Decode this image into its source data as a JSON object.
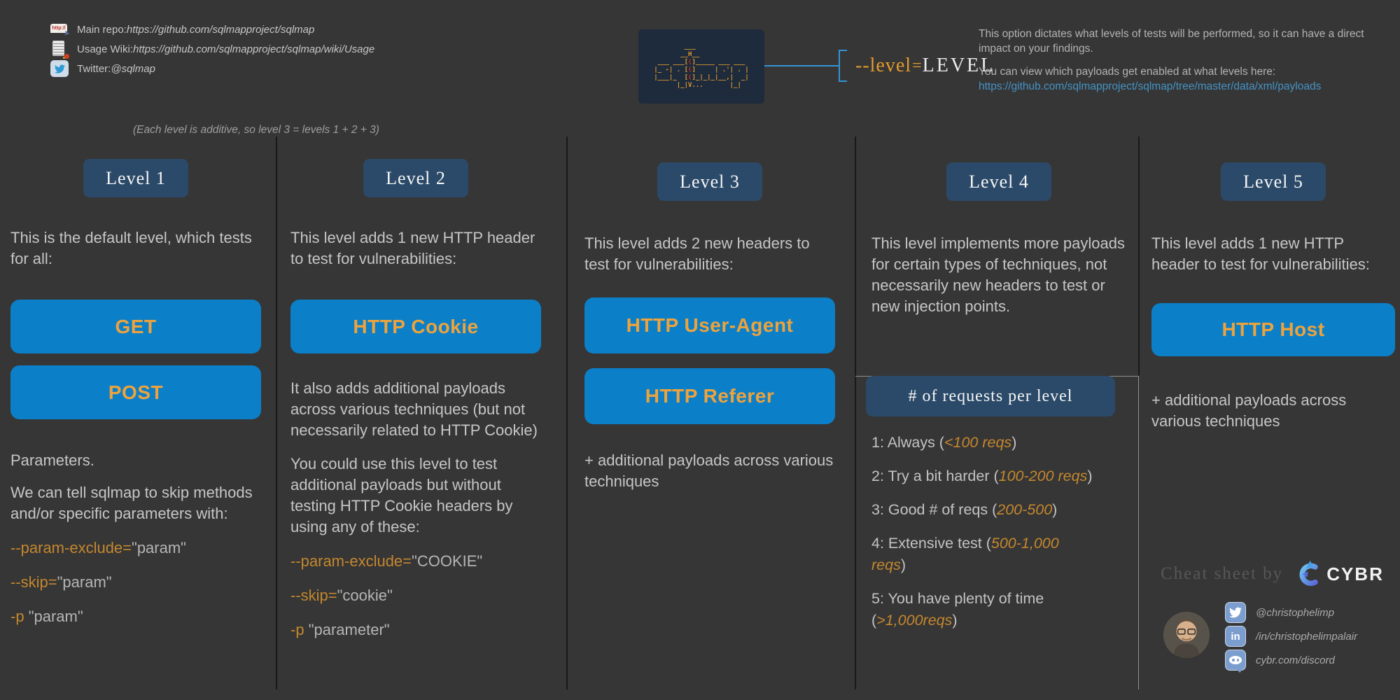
{
  "colors": {
    "background": "#363636",
    "badge_navy": "#2b4a69",
    "button_blue": "#0c7fc9",
    "accent_orange": "#eda33c",
    "command_orange": "#c4872e",
    "link_blue": "#4493c4",
    "logo_box_navy": "#1d2b3c",
    "ascii_orange": "#e39b2c",
    "ascii_red": "#d42818",
    "body_gray": "#c6c6c6"
  },
  "header": {
    "links": [
      {
        "icon": "link-icon",
        "icon_text": "http://",
        "label": "Main repo: ",
        "url": "https://github.com/sqlmapproject/sqlmap"
      },
      {
        "icon": "document-icon",
        "label": "Usage Wiki: ",
        "url": "https://github.com/sqlmapproject/sqlmap/wiki/Usage"
      },
      {
        "icon": "twitter-icon",
        "label": "Twitter: ",
        "url": "@sqlmap"
      }
    ],
    "logo_lines": [
      "        ___",
      "       __H__",
      " ___ ___[(]_____ ___ ___",
      "|_ -| . [(]     | .'| . |",
      "|___|_  [(]_|_|_|__,|  _|",
      "      |_|V...       |_|"
    ],
    "option": {
      "flag": "--level",
      "eq": "=",
      "value": "LEVEL"
    },
    "desc_1": "This option dictates what levels of tests will be performed, so it can have a direct impact on your findings.",
    "desc_2": "You can view which payloads get enabled at what levels here:",
    "payloads_url": "https://github.com/sqlmapproject/sqlmap/tree/master/data/xml/payloads"
  },
  "note": "(Each level is additive, so level 3 = levels 1 + 2 + 3)",
  "columns": [
    {
      "badge": "Level 1",
      "intro": "This is the default level, which tests for all:",
      "buttons": [
        "GET",
        "POST"
      ],
      "para_1": "Parameters.",
      "para_2": "We can tell sqlmap to skip methods and/or specific parameters with:",
      "commands": [
        {
          "flag": "--param-exclude=",
          "value": "\"param\""
        },
        {
          "flag": "--skip=",
          "value": "\"param\""
        },
        {
          "flag": "-p ",
          "value": "\"param\""
        }
      ]
    },
    {
      "badge": "Level 2",
      "intro": "This level adds 1 new HTTP header to test for vulnerabilities:",
      "buttons": [
        "HTTP Cookie"
      ],
      "para_1": "It also adds additional payloads across various techniques (but not necessarily related to HTTP Cookie)",
      "para_2": "You could use this level to test additional payloads but without testing HTTP Cookie headers by using any of these:",
      "commands": [
        {
          "flag": "--param-exclude=",
          "value": "\"COOKIE\""
        },
        {
          "flag": "--skip=",
          "value": "\"cookie\""
        },
        {
          "flag": "-p ",
          "value": "\"parameter\""
        }
      ]
    },
    {
      "badge": "Level 3",
      "intro": "This level adds 2 new headers to test for vulnerabilities:",
      "buttons": [
        "HTTP User-Agent",
        "HTTP Referer"
      ],
      "outro": "+ additional payloads across various techniques"
    },
    {
      "badge": "Level 4",
      "intro": "This level implements more payloads for certain types of techniques, not necessarily new headers to test or new injection points.",
      "requests": {
        "badge": "# of requests per level",
        "items": [
          {
            "pre": "1: Always (",
            "hl": "<100 reqs",
            "suf": ")"
          },
          {
            "pre": "2: Try a bit harder (",
            "hl": "100-200 reqs",
            "suf": ")"
          },
          {
            "pre": "3: Good # of reqs (",
            "hl": "200-500",
            "suf": ")"
          },
          {
            "pre": "4: Extensive test (",
            "hl": "500-1,000 reqs",
            "suf": ")"
          },
          {
            "pre": "5: You have plenty of time (",
            "hl": ">1,000reqs",
            "suf": ")"
          }
        ]
      }
    },
    {
      "badge": "Level 5",
      "intro": "This level adds 1 new HTTP header to test for vulnerabilities:",
      "buttons": [
        "HTTP Host"
      ],
      "outro": "+ additional payloads across various techniques"
    }
  ],
  "footer": {
    "credit": "Cheat sheet by",
    "brand": "CYBR",
    "socials": [
      {
        "icon": "twitter-icon",
        "handle": "@christophelimp"
      },
      {
        "icon": "linkedin-icon",
        "glyph": "in",
        "handle": "/in/christophelimpalair"
      },
      {
        "icon": "discord-icon",
        "handle": "cybr.com/discord"
      }
    ]
  }
}
